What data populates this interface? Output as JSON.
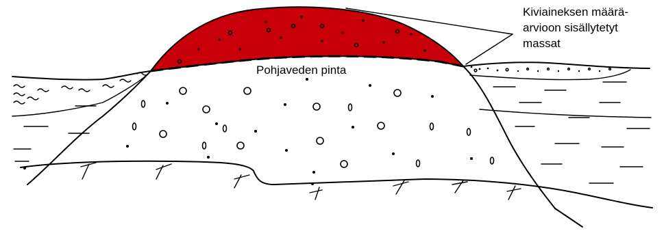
{
  "diagram": {
    "label_groundwater": "Pohjaveden pinta",
    "label_masses_line1": "Kiviaineksen määrä-",
    "label_masses_line2": "arvioon sisällytetyt",
    "label_masses_line3": "massat"
  },
  "colors": {
    "extraction_zone": "#c8000a",
    "line": "#000000",
    "background": "#ffffff"
  }
}
